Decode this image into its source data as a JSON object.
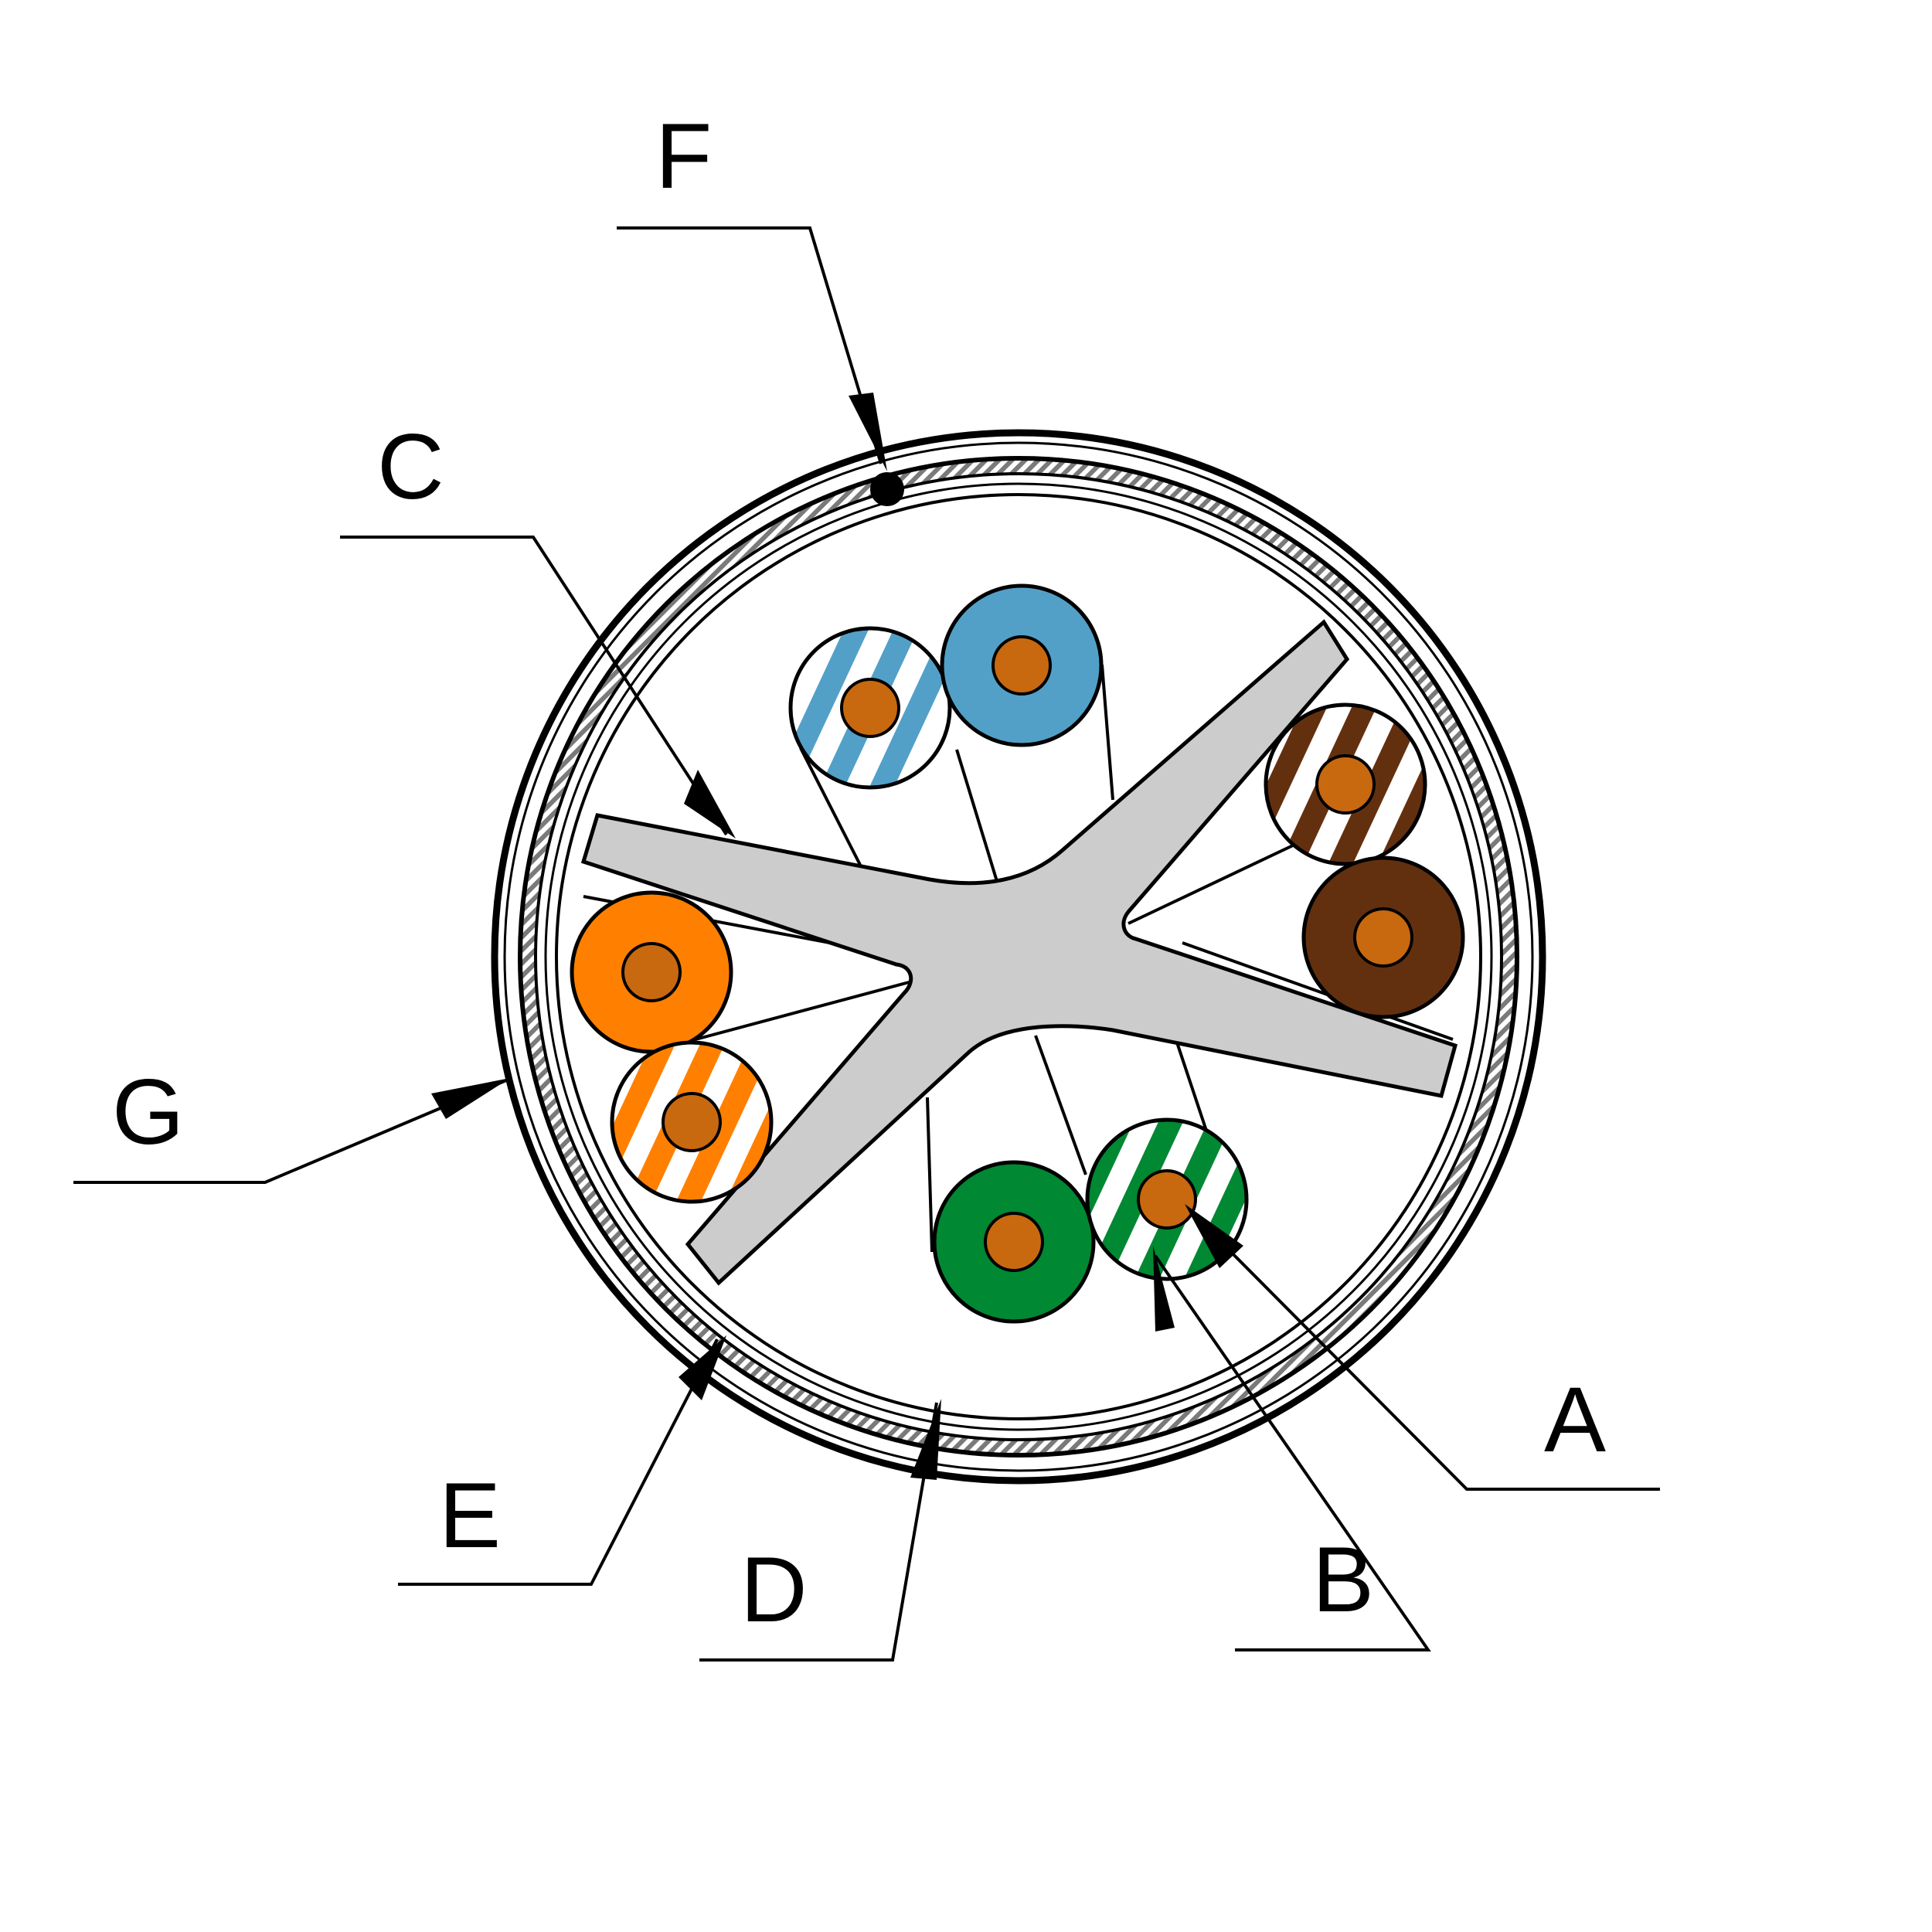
{
  "diagram": {
    "labels": {
      "a": "A",
      "b": "B",
      "c": "C",
      "d": "D",
      "e": "E",
      "f": "F",
      "g": "G"
    },
    "colors": {
      "blue": "#52a0c8",
      "brown": "#63300f",
      "orange": "#ff8000",
      "green": "#008833",
      "copper": "#c8690f",
      "separator": "#cccccc",
      "line": "#000000"
    },
    "pairs": [
      {
        "name": "blue",
        "solid": "blue",
        "striped": "white-blue"
      },
      {
        "name": "brown",
        "solid": "brown",
        "striped": "white-brown"
      },
      {
        "name": "orange",
        "solid": "orange",
        "striped": "white-orange"
      },
      {
        "name": "green",
        "solid": "green",
        "striped": "white-green"
      }
    ]
  }
}
